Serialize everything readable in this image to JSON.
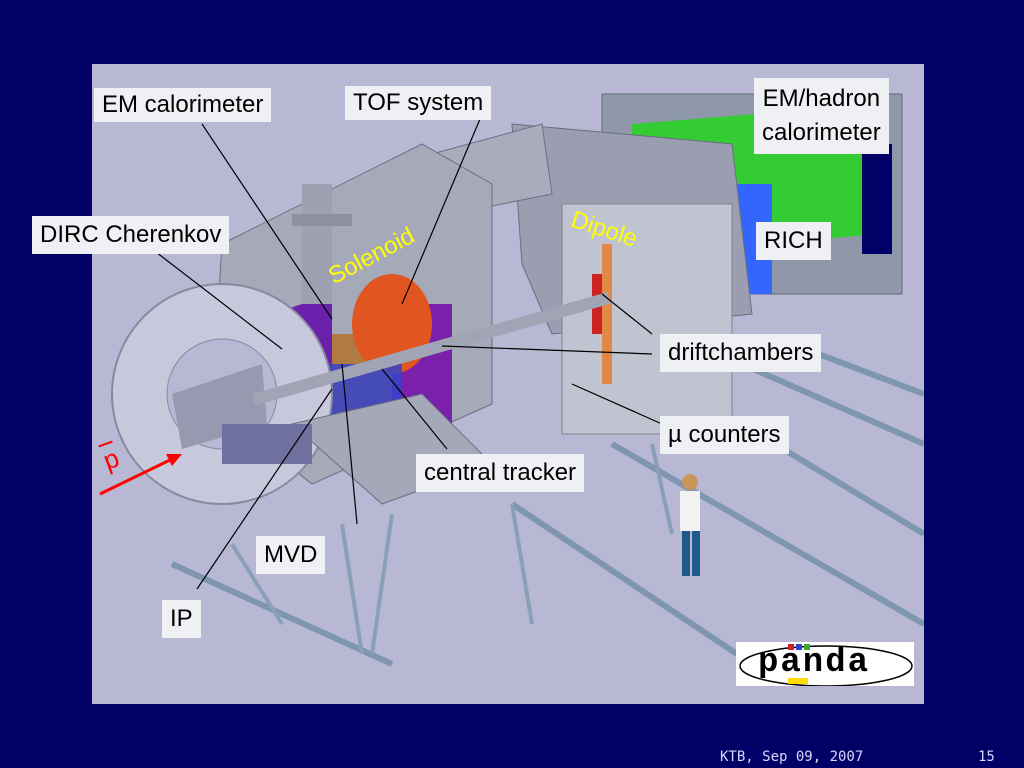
{
  "labels": {
    "em_calorimeter": "EM calorimeter",
    "tof_system": "TOF system",
    "em_hadron_line1": "EM/hadron",
    "em_hadron_line2": "calorimeter",
    "dirc": "DIRC Cherenkov",
    "rich": "RICH",
    "driftchambers": "driftchambers",
    "mu_counters": "µ counters",
    "central_tracker": "central tracker",
    "mvd": "MVD",
    "ip": "IP",
    "solenoid": "Solenoid",
    "dipole": "Dipole",
    "antiproton": "p"
  },
  "logo": {
    "text": "panda"
  },
  "footer": {
    "date": "KTB, Sep 09, 2007",
    "page": "15"
  },
  "colors": {
    "background": "#000066",
    "figure_bg": "#b8b8d4",
    "label_bg": "#eef0f4",
    "magnet_label": "#ffff00",
    "beam_arrow": "#ff0000"
  }
}
